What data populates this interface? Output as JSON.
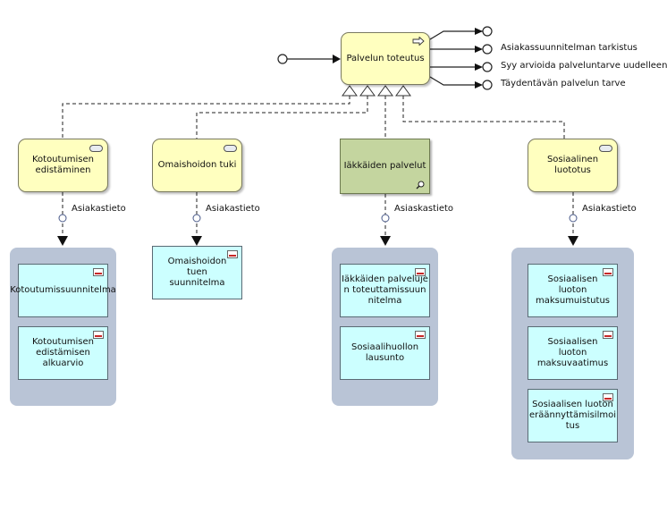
{
  "top_process": {
    "label": "Palvelun toteutus"
  },
  "outputs": [
    {
      "label": ""
    },
    {
      "label": "Asiakassuunnitelman tarkistus"
    },
    {
      "label": "Syy arvioida palveluntarve uudelleen"
    },
    {
      "label": "Täydentävän palvelun tarve"
    }
  ],
  "services": [
    {
      "label": "Kotoutumisen edistäminen"
    },
    {
      "label": "Omaishoidon tuki"
    },
    {
      "label": "Iäkkäiden palvelut"
    },
    {
      "label": "Sosiaalinen luototus"
    }
  ],
  "flow_labels": [
    "Asiakastieto",
    "Asiakastieto",
    "Asiaskastieto",
    "Asiakastieto"
  ],
  "documents": [
    {
      "label": "Kotoutumissuunnitelma"
    },
    {
      "label": "Kotoutumisen edistämisen alkuarvio"
    },
    {
      "label": "Omaishoidon tuen suunnitelma"
    },
    {
      "label": "Iäkkäiden palvelujen toteuttamissuunnitelma"
    },
    {
      "label": "Sosiaalihuollon lausunto"
    },
    {
      "label": "Sosiaalisen luoton maksumuistutus"
    },
    {
      "label": "Sosiaalisen luoton maksuvaatimus"
    },
    {
      "label": "Sosiaalisen luoton eräännyttämisilmoitus"
    }
  ],
  "colors": {
    "service_fill": "#ffffbf",
    "process_fill": "#c4d59f",
    "document_fill": "#ccffff",
    "group_fill": "#b9c4d6"
  }
}
